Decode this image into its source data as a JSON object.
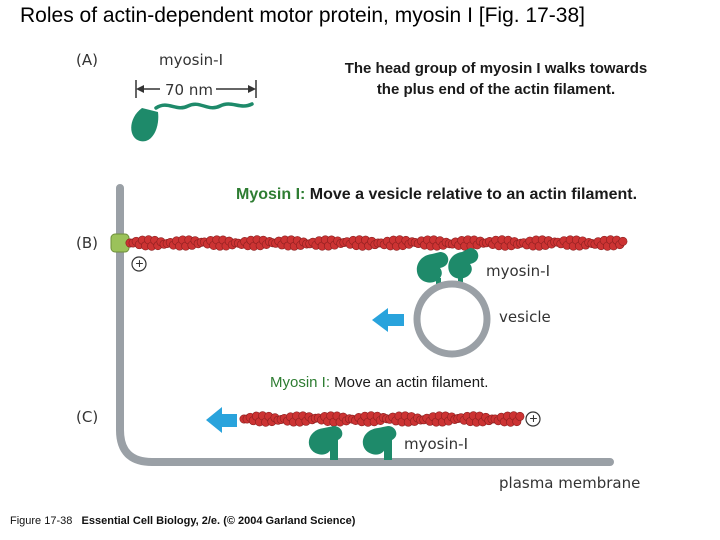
{
  "title": "Roles of actin-dependent motor protein, myosin I [Fig. 17-38]",
  "panel_a": {
    "label": "(A)",
    "myosin_label": "myosin-I",
    "length_label": "70 nm",
    "caption": "The head group of myosin I walks towards the plus end of the actin filament.",
    "caption_line1": "The head group of myosin I walks towards",
    "caption_line2": "the plus end of the actin filament."
  },
  "panel_b": {
    "label": "(B)",
    "caption_prefix": "Myosin I:",
    "caption_rest": " Move a vesicle relative to an actin filament.",
    "myosin_label": "myosin-I",
    "vesicle_label": "vesicle",
    "plus_symbol": "+"
  },
  "panel_c": {
    "label": "(C)",
    "caption_prefix": "Myosin I:",
    "caption_rest": " Move an actin filament.",
    "myosin_label": "myosin-I",
    "membrane_label": "plasma membrane",
    "plus_symbol": "+"
  },
  "footer": {
    "figure": "Figure 17-38",
    "book": "Essential Cell Biology, 2/e.",
    "copyright": "(© 2004 Garland Science)"
  },
  "colors": {
    "actin": "#cc3333",
    "myosin": "#1e8a6a",
    "membrane": "#9aa0a6",
    "arrow": "#29a3dc",
    "anchor": "#9bc25a"
  }
}
